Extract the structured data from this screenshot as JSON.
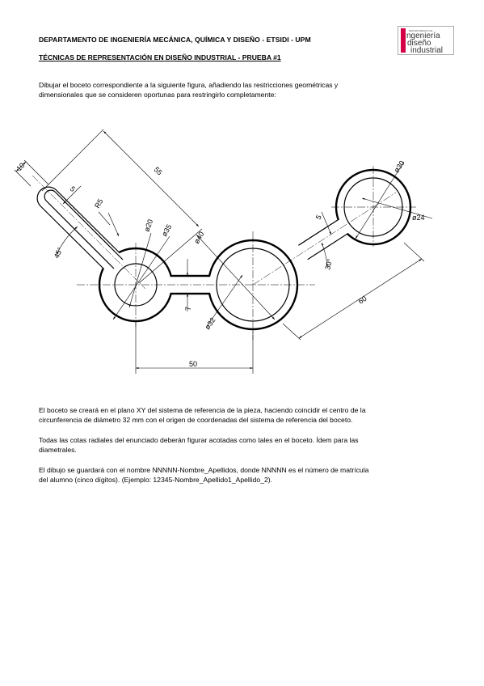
{
  "header": {
    "line1": "DEPARTAMENTO DE INGENIERÍA MECÁNICA, QUÍMICA Y DISEÑO - ETSIDI - UPM",
    "line2": "TÉCNICAS DE REPRESENTACIÓN EN DISEÑO INDUSTRIAL - PRUEBA #1"
  },
  "logo": {
    "small": "DEPARTAMENTO DE",
    "word1": "ngeniería",
    "word2": "diseño",
    "word3": "industrial"
  },
  "intro": {
    "line1": "Dibujar el boceto correspondiente a la siguiente figura, añadiendo las restricciones geométricas y",
    "line2": "dimensionales que se consideren oportunas para restringirlo completamente:"
  },
  "dimensions": {
    "d10": "10",
    "d55": "55",
    "d5a": "5",
    "r5": "R5",
    "d20": "ø20",
    "d35": "ø35",
    "a45": "45°",
    "d40": "ø40",
    "d7": "7",
    "d32": "ø32",
    "d50": "50",
    "d30": "ø30",
    "d24": "ø24",
    "d5b": "5",
    "a30": "30°",
    "d60": "60"
  },
  "body": {
    "p1_line1": "El boceto se creará en el plano XY del sistema de referencia de la pieza, haciendo coincidir el centro de la",
    "p1_line2": "circunferencia de diámetro 32 mm con el origen de coordenadas del sistema de referencia del boceto.",
    "p2_line1": "Todas las cotas radiales del enunciado deberán figurar acotadas como tales en el boceto. Ídem para las",
    "p2_line2": "diametrales.",
    "p3_line1": "El dibujo se guardará con el nombre NNNNN-Nombre_Apellidos, donde NNNNN es el número de matrícula",
    "p3_line2": "del alumno (cinco dígitos). (Ejemplo: 12345-Nombre_Apellido1_Apellido_2)."
  }
}
